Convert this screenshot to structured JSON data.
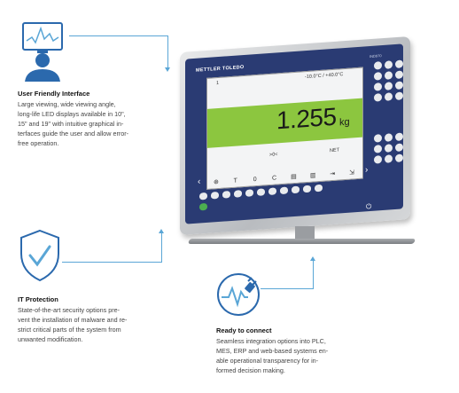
{
  "features": {
    "user_friendly": {
      "title": "User Friendly Interface",
      "text": "Large viewing, wide viewing angle,\nlong-life LED displays available in 10\",\n15\" and 19\" with intuitive graphical in-\nterfaces guide the user and allow error-\nfree operation."
    },
    "it_protection": {
      "title": "IT Protection",
      "text": "State-of-the-art security options pre-\nvent the installation of malware and re-\nstrict critical parts of the system  from\nunwanted modification."
    },
    "ready_to_connect": {
      "title": "Ready to connect",
      "text": "Seamless integration options into PLC,\nMES, ERP and web-based systems en-\nable operational transparency for in-\nformed decision making."
    }
  },
  "terminal": {
    "brand": "METTLER TOLEDO",
    "model": "IND970",
    "channel": "1",
    "temperature_range": "-10.0°C / +40.0°C",
    "weight": "1.255",
    "unit": "kg",
    "zero_indicator": ">0<",
    "mode": "NET",
    "softkeys": [
      "⊕",
      "T",
      "0",
      "C",
      "▤",
      "▥",
      "⇥",
      "⇲"
    ]
  },
  "icons": {
    "user_icon": "user-at-monitor-icon",
    "shield_icon": "shield-check-icon",
    "connect_icon": "pulse-plug-icon"
  },
  "colors": {
    "accent": "#5aa6d6",
    "display_green": "#8cc63f",
    "panel_blue": "#2a3b73"
  }
}
